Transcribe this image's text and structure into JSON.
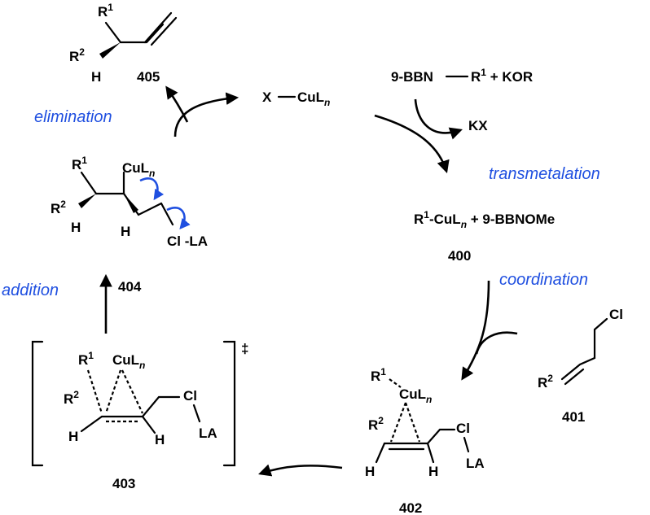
{
  "steps": {
    "elimination": "elimination",
    "transmetalation": "transmetalation",
    "coordination": "coordination",
    "addition": "addition"
  },
  "compounds": {
    "c400": "400",
    "c401": "401",
    "c402": "402",
    "c403": "403",
    "c404": "404",
    "c405": "405"
  },
  "reagents": {
    "xcu_prefix": "X",
    "xcu_main": "CuL",
    "n": "n",
    "bbn_reagent": "9-BBN",
    "bbn_r": "R",
    "bbn_sup": "1",
    "kor": " + KOR",
    "kx": "KX",
    "r1_prefix": "R",
    "r1_sup": "1",
    "r1cu": "-CuL",
    "bbnome": " + 9-BBNOMe",
    "cl": "Cl",
    "la": "LA",
    "cl_la": "Cl -LA",
    "h": "H",
    "r1": "R",
    "r2": "R",
    "sup1": "1",
    "sup2": "2",
    "dagger": "‡"
  },
  "colors": {
    "step_text": "#1f4fe0",
    "curly_arrow": "#1f4fe0",
    "structure": "#000000"
  }
}
